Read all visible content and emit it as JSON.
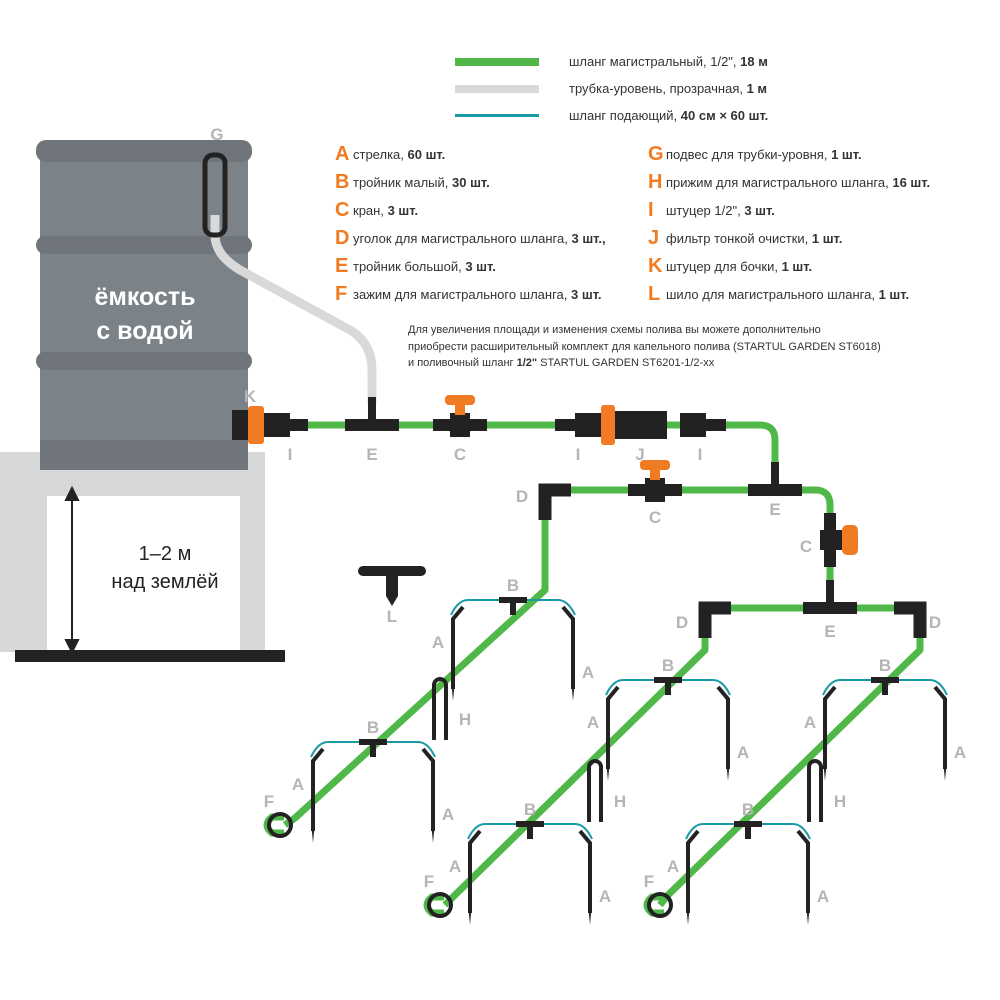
{
  "legend": [
    {
      "text": "шланг магистральный, 1/2\", ",
      "bold": "18 м",
      "color": "#4fb848"
    },
    {
      "text": "трубка-уровень, прозрачная, ",
      "bold": "1 м",
      "color": "#d9d9d9"
    },
    {
      "text": "шланг подающий, ",
      "bold": "40 см × 60 шт.",
      "color": "#1a9aa5"
    }
  ],
  "parts_left": [
    {
      "letter": "A",
      "text": "стрелка, ",
      "bold": "60 шт."
    },
    {
      "letter": "B",
      "text": "тройник малый, ",
      "bold": "30 шт."
    },
    {
      "letter": "C",
      "text": "кран, ",
      "bold": "3 шт."
    },
    {
      "letter": "D",
      "text": "уголок для магистрального шланга, ",
      "bold": "3 шт.,"
    },
    {
      "letter": "E",
      "text": "тройник большой, ",
      "bold": "3 шт."
    },
    {
      "letter": "F",
      "text": "зажим для магистрального шланга, ",
      "bold": "3 шт."
    }
  ],
  "parts_right": [
    {
      "letter": "G",
      "text": "подвес для трубки-уровня, ",
      "bold": "1 шт."
    },
    {
      "letter": "H",
      "text": "прижим для магистрального шланга, ",
      "bold": "16 шт."
    },
    {
      "letter": "I",
      "text": "штуцер 1/2\", ",
      "bold": "3 шт."
    },
    {
      "letter": "J",
      "text": "фильтр тонкой очистки, ",
      "bold": "1 шт."
    },
    {
      "letter": "K",
      "text": "штуцер для бочки, ",
      "bold": "1 шт."
    },
    {
      "letter": "L",
      "text": "шило для магистрального шланга, ",
      "bold": "1 шт."
    }
  ],
  "note": {
    "line1": "Для увеличения площади и изменения схемы полива вы можете дополнительно",
    "line2": "приобрести расширительный комплект для капельного полива (STARTUL GARDEN ST6018)",
    "line3_a": "и поливочный шланг ",
    "line3_b": "1/2\"",
    "line3_c": " STARTUL GARDEN ST6201-1/2-xx"
  },
  "tank": {
    "line1": "ёмкость",
    "line2": "с водой"
  },
  "stand": {
    "line1": "1–2 м",
    "line2": "над землёй"
  },
  "letters": {
    "A": "A",
    "B": "B",
    "C": "C",
    "D": "D",
    "E": "E",
    "F": "F",
    "G": "G",
    "H": "H",
    "I": "I",
    "J": "J",
    "K": "K",
    "L": "L"
  },
  "colors": {
    "main_hose": "#4fb848",
    "level_tube": "#d9d9d9",
    "feed_hose": "#1a9aa5",
    "accent": "#f07b22",
    "fitting": "#222222",
    "tank": "#7b8288",
    "stand": "#d6d8d9"
  }
}
